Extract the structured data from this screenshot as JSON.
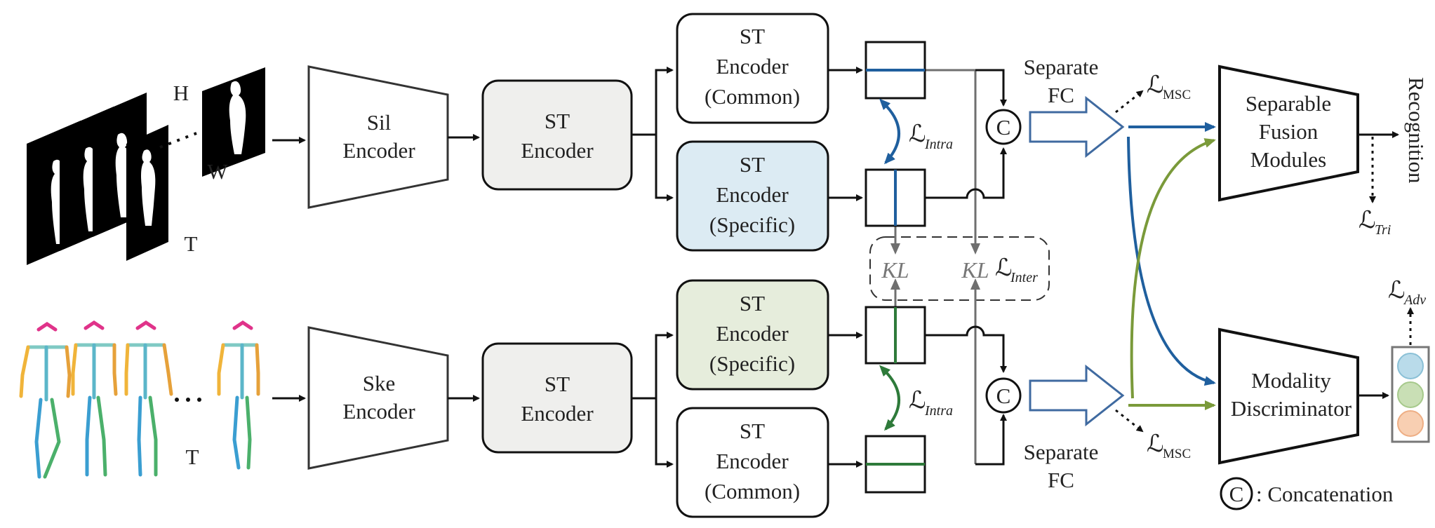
{
  "sil_input": {
    "h": "H",
    "w": "W",
    "t": "T"
  },
  "ske_input": {
    "t": "T"
  },
  "sil_encoder": [
    "Sil",
    "Encoder"
  ],
  "ske_encoder": [
    "Ske",
    "Encoder"
  ],
  "st_encoder_top": [
    "ST",
    "Encoder"
  ],
  "st_encoder_bottom": [
    "ST",
    "Encoder"
  ],
  "st_common_top": [
    "ST",
    "Encoder",
    "(Common)"
  ],
  "st_specific_top": [
    "ST",
    "Encoder",
    "(Specific)"
  ],
  "st_specific_bottom": [
    "ST",
    "Encoder",
    "(Specific)"
  ],
  "st_common_bottom": [
    "ST",
    "Encoder",
    "(Common)"
  ],
  "concat_symbol": "C",
  "separate_fc_top": [
    "Separate",
    "FC"
  ],
  "separate_fc_bottom": [
    "Separate",
    "FC"
  ],
  "loss_msc": {
    "script": "ℒ",
    "sub": "MSC"
  },
  "loss_intra": {
    "script": "ℒ",
    "sub": "Intra"
  },
  "loss_inter": {
    "script": "ℒ",
    "sub": "Inter"
  },
  "loss_tri": {
    "script": "ℒ",
    "sub": "Tri"
  },
  "loss_adv": {
    "script": "ℒ",
    "sub": "Adv"
  },
  "kl": "KL",
  "fusion": [
    "Separable",
    "Fusion",
    "Modules"
  ],
  "discriminator": [
    "Modality",
    "Discriminator"
  ],
  "recognition": "Recognition",
  "legend": ": Concatenation",
  "colors": {
    "blue": "#1f5f9e",
    "green": "#2e7a3a",
    "gray": "#6f6f6f",
    "olive": "#7a9a3a",
    "fc_stroke": "#3f6aa0",
    "specific_sil_fill": "#dcebf3",
    "specific_ske_fill": "#e6eddc",
    "st_fill": "#efefed",
    "circle_blue": "#b9dbea",
    "circle_green": "#c9dfb5",
    "circle_orange": "#f8cfb2"
  }
}
